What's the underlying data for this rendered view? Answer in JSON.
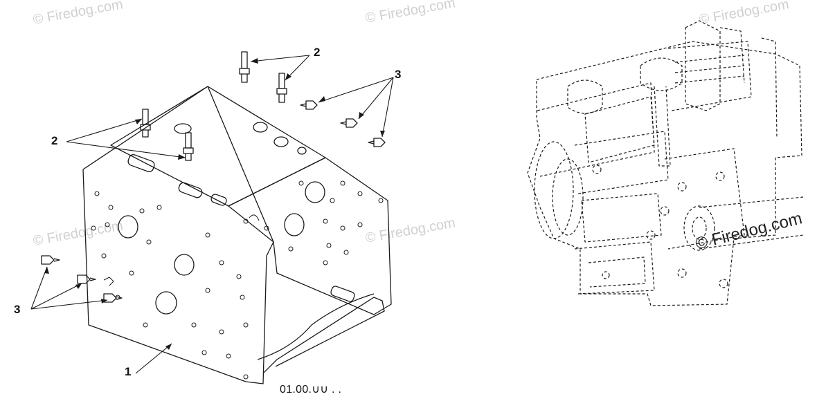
{
  "diagram": {
    "callouts": {
      "frame": "1",
      "bolt_top": "2",
      "bolt_left": "2",
      "nut_right": "3",
      "nut_left": "3"
    },
    "part_code": "01.00.∪∪ . ."
  },
  "watermarks": {
    "faint": "© Firedog.com",
    "strong": "© Firedog.com"
  },
  "colors": {
    "line": "#1a1a1a",
    "watermark_faint": "#d0d0d0",
    "watermark_strong": "#222222"
  }
}
